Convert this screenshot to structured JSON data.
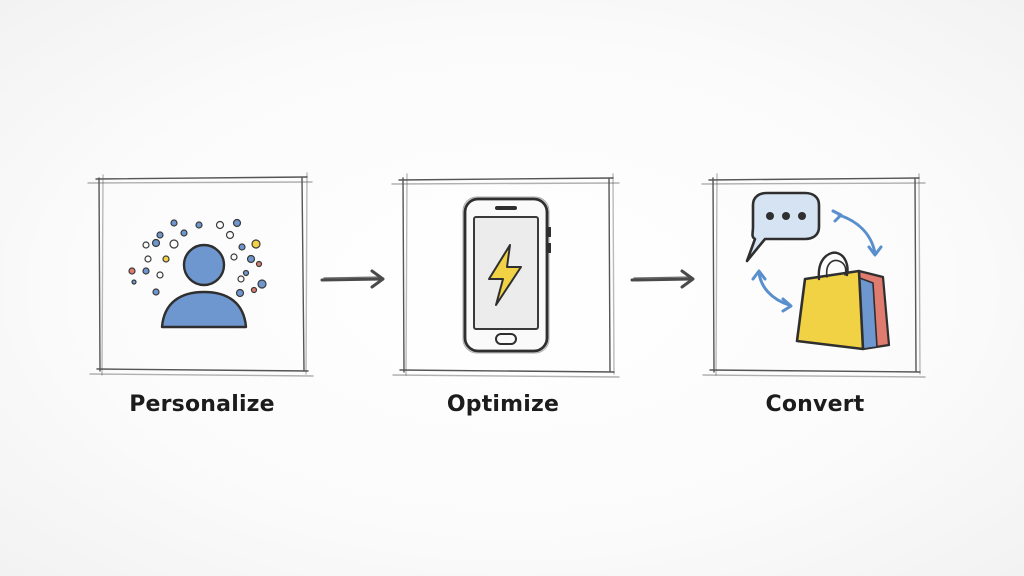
{
  "steps": [
    {
      "label": "Personalize",
      "icon": "person-with-data-dots-icon"
    },
    {
      "label": "Optimize",
      "icon": "smartphone-lightning-icon"
    },
    {
      "label": "Convert",
      "icon": "chat-and-shopping-bag-icon"
    }
  ],
  "colors": {
    "sketch": "#3a3a3a",
    "blue": "#6f97cf",
    "yellow": "#f2d245",
    "red": "#e07b70",
    "arrow": "#4a4a4a"
  }
}
